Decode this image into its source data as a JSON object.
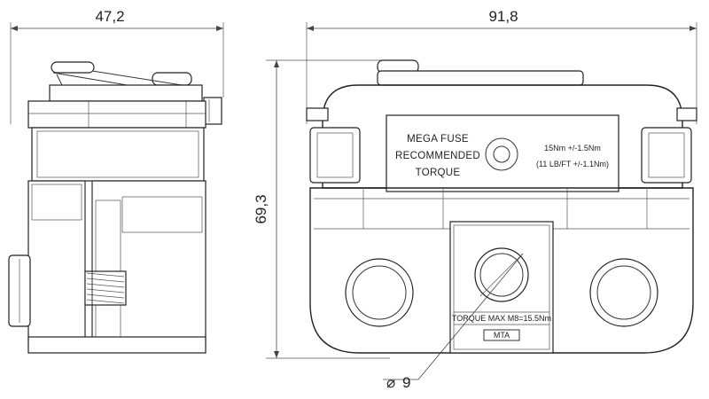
{
  "dimensions": {
    "side_width": "47,2",
    "front_width": "91,8",
    "height": "69,3",
    "diameter": "9"
  },
  "label_plate": {
    "line1": "MEGA FUSE",
    "line2": "RECOMMENDED",
    "line3": "TORQUE",
    "torque_metric": "15Nm +/-1.5Nm",
    "torque_imperial": "(11 LB/FT +/-1.1Nm)"
  },
  "terminal": {
    "torque_max": "TORQUE MAX M8=15.5Nm",
    "brand": "MTA"
  }
}
